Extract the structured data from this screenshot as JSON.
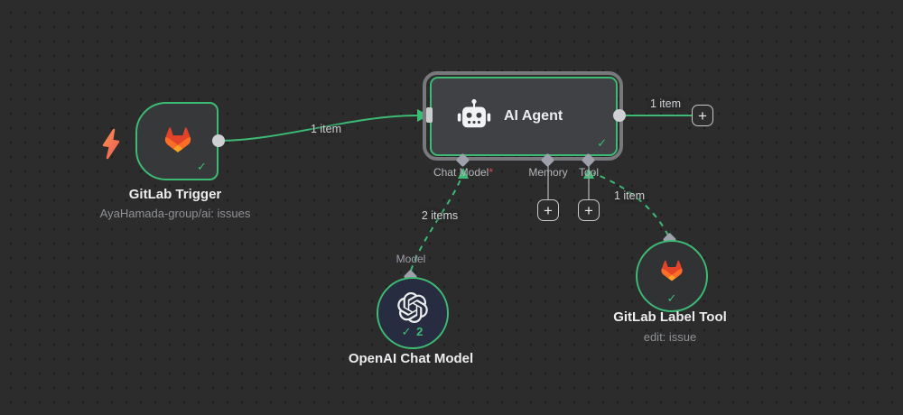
{
  "canvas": {
    "app": "workflow-editor"
  },
  "icons": {
    "check": "✓",
    "plus": "+"
  },
  "colors": {
    "accent_green": "#3dbb75",
    "required_red": "#e5484d"
  },
  "nodes": {
    "gitlab_trigger": {
      "title": "GitLab Trigger",
      "subtitle": "AyaHamada-group/ai: issues"
    },
    "ai_agent": {
      "title": "AI Agent",
      "ports": [
        {
          "label": "Chat Model",
          "required_marker": "*"
        },
        {
          "label": "Memory",
          "required_marker": ""
        },
        {
          "label": "Tool",
          "required_marker": ""
        }
      ]
    },
    "openai_chat_model": {
      "title": "OpenAI Chat Model",
      "input_label": "Model",
      "run_count": "2"
    },
    "gitlab_label_tool": {
      "title": "GitLab Label Tool",
      "subtitle": "edit: issue"
    }
  },
  "connections": {
    "trigger_to_agent": "1 item",
    "agent_to_next": "1 item",
    "chat_model_to_agent": "2 items",
    "tool_to_agent": "1 item"
  }
}
